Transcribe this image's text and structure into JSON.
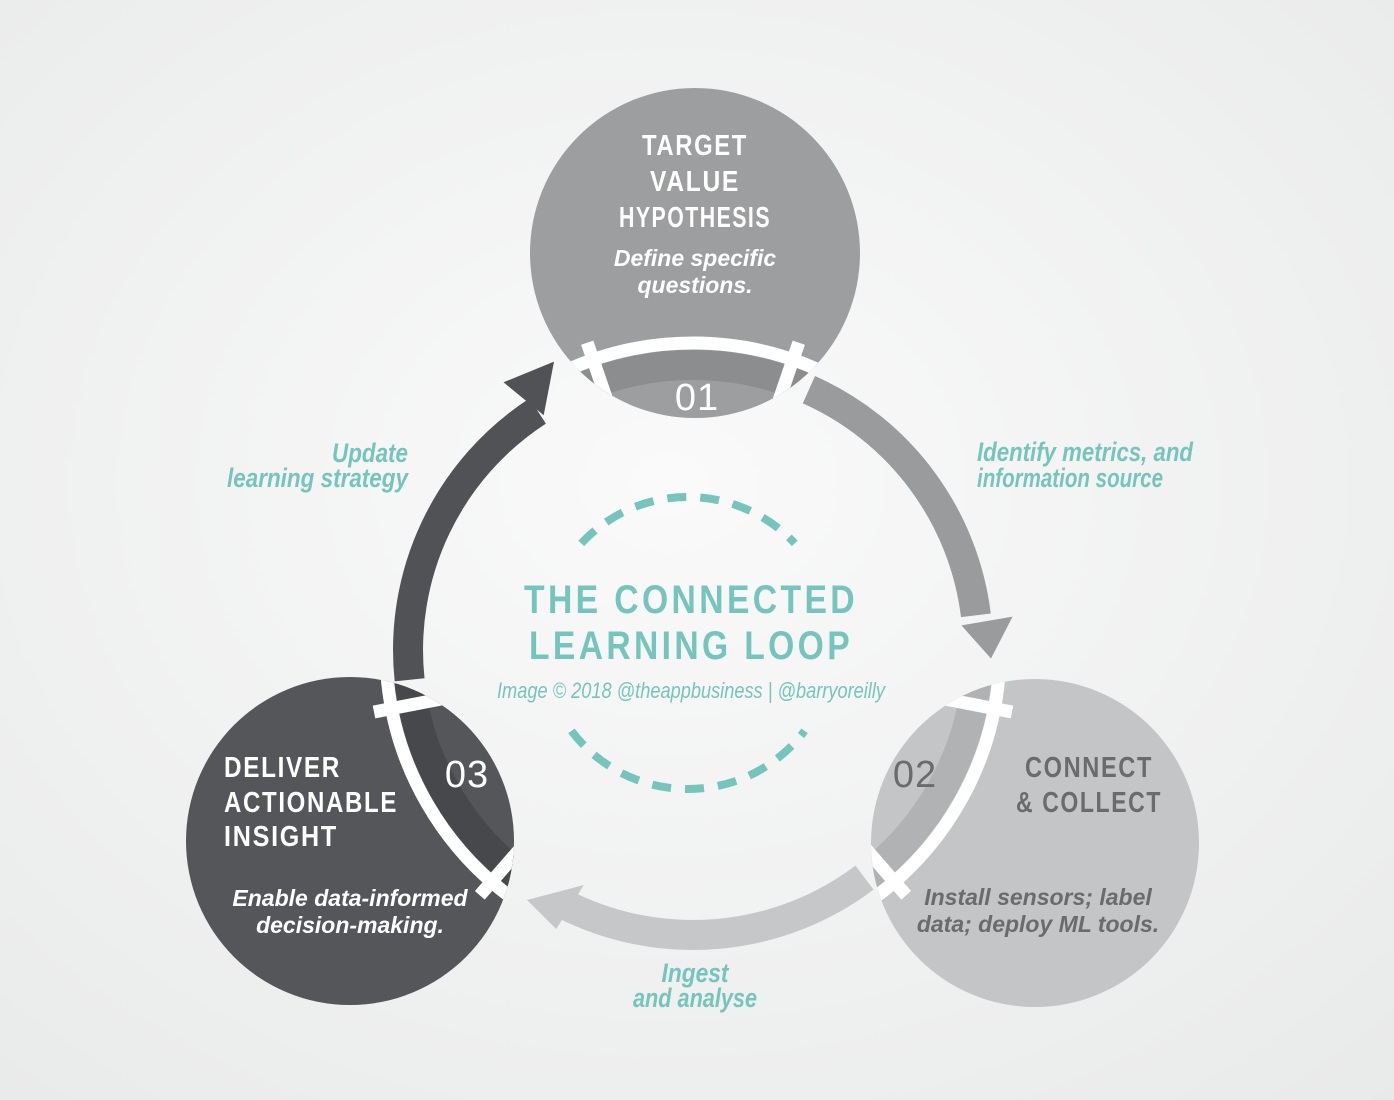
{
  "center": {
    "title": [
      "THE CONNECTED",
      "LEARNING LOOP"
    ],
    "credit": "Image © 2018 @theappbusiness | @barryoreilly"
  },
  "steps": [
    {
      "number": "01",
      "title": [
        "TARGET",
        "VALUE",
        "HYPOTHESIS"
      ],
      "desc": [
        "Define specific",
        "questions."
      ]
    },
    {
      "number": "02",
      "title": [
        "CONNECT",
        "& COLLECT"
      ],
      "desc": [
        "Install sensors; label",
        "data; deploy ML tools."
      ]
    },
    {
      "number": "03",
      "title": [
        "DELIVER",
        "ACTIONABLE",
        "INSIGHT"
      ],
      "desc": [
        "Enable data-informed",
        "decision-making."
      ]
    }
  ],
  "arrows": [
    {
      "label": [
        "Identify metrics, and",
        "information source"
      ]
    },
    {
      "label": [
        "Ingest",
        "and analyse"
      ]
    },
    {
      "label": [
        "Update",
        "learning strategy"
      ]
    }
  ],
  "colors": {
    "teal": "#76c5bd",
    "white": "#ffffff",
    "bg_center": "#fafafa",
    "bg_edge": "#e8e9e9",
    "step1_circle": "#9d9ea0",
    "step1_band": "#8c8d8f",
    "step2_circle": "#c4c5c6",
    "step2_band": "#b1b2b4",
    "step2_text": "#6a6b6d",
    "step3_circle": "#555659",
    "step3_band": "#47484b",
    "arrow1": "#9a9b9c",
    "arrow2": "#c6c7c8",
    "arrow3": "#515255"
  }
}
